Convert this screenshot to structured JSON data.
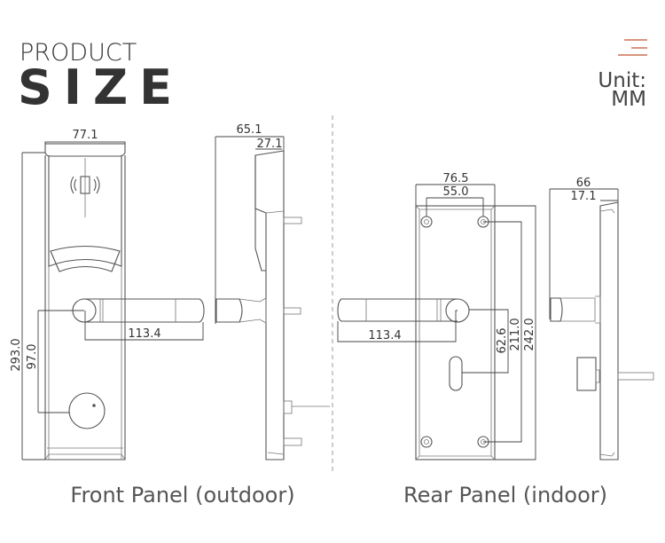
{
  "header": {
    "title_line1": "PRODUCT",
    "title_line2": "SIZE",
    "unit_label": "Unit:",
    "unit_value": "MM",
    "menu_icon": "menu-icon",
    "accent_color": "#d9957f"
  },
  "front_panel": {
    "caption": "Front Panel (outdoor)",
    "dims": {
      "width": "77.1",
      "height": "293.0",
      "handle_to_knob": "97.0",
      "handle_length": "113.4",
      "side_depth": "65.1",
      "side_body": "27.1"
    },
    "icons": [
      "rfid-reader-icon"
    ]
  },
  "rear_panel": {
    "caption": "Rear Panel (indoor)",
    "dims": {
      "width": "76.5",
      "screw_spacing": "55.0",
      "handle_length": "113.4",
      "handle_to_slot": "62.6",
      "screw_vertical": "211.0",
      "height": "242.0",
      "side_depth": "66",
      "side_body": "17.1"
    }
  }
}
